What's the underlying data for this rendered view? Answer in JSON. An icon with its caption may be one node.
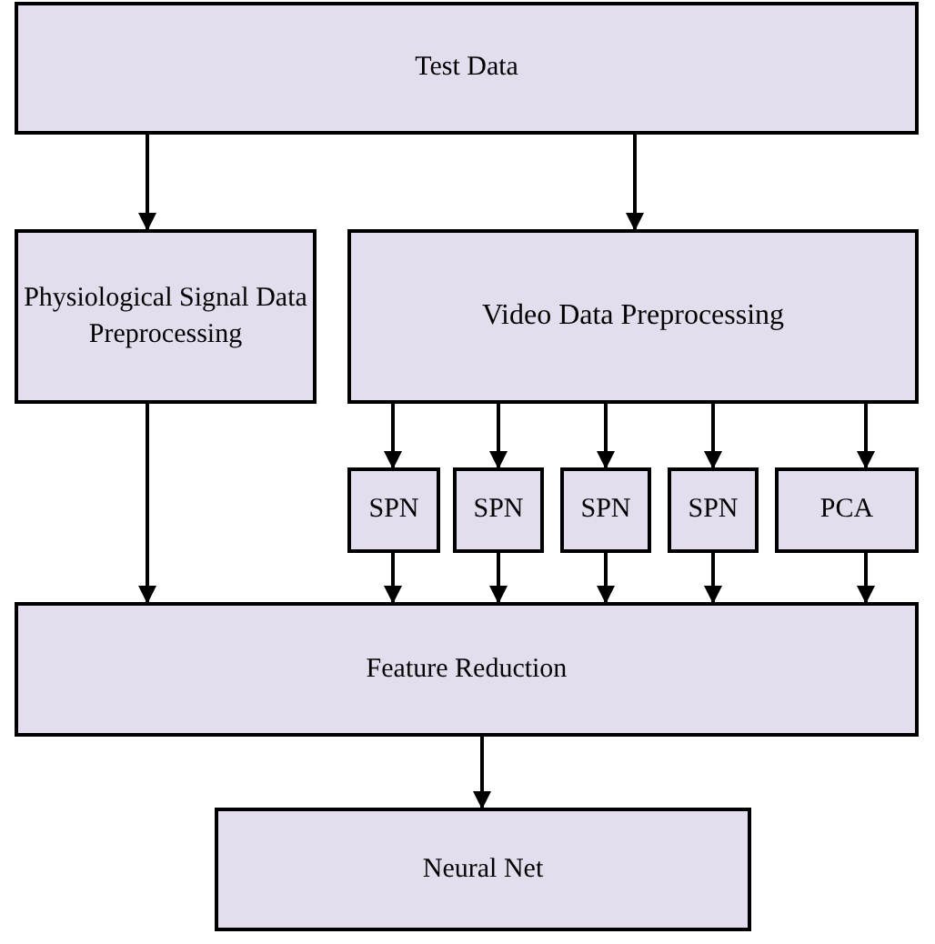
{
  "diagram": {
    "nodes": [
      {
        "text": [
          "Test Data"
        ]
      },
      {
        "text": [
          "Physiological Signal Data Preprocessing"
        ]
      },
      {
        "text": [
          "Video Data Preprocessing"
        ]
      },
      {
        "text": [
          "SPN"
        ]
      },
      {
        "text": [
          "SPN"
        ]
      },
      {
        "text": [
          "SPN"
        ]
      },
      {
        "text": [
          "SPN"
        ]
      },
      {
        "text": [
          "PCA"
        ]
      },
      {
        "text": [
          "Feature Reduction"
        ]
      },
      {
        "text": [
          "Neural Net"
        ]
      }
    ],
    "edges": [
      {
        "from": 0,
        "to": 1,
        "arrow": "to"
      },
      {
        "from": 0,
        "to": 2,
        "arrow": "to"
      },
      {
        "from": 2,
        "to": 3,
        "arrow": "to"
      },
      {
        "from": 2,
        "to": 4,
        "arrow": "to"
      },
      {
        "from": 2,
        "to": 5,
        "arrow": "to"
      },
      {
        "from": 2,
        "to": 6,
        "arrow": "to"
      },
      {
        "from": 2,
        "to": 7,
        "arrow": "to"
      },
      {
        "from": 1,
        "to": 8,
        "arrow": "to"
      },
      {
        "from": 3,
        "to": 8,
        "arrow": "to"
      },
      {
        "from": 4,
        "to": 8,
        "arrow": "to"
      },
      {
        "from": 5,
        "to": 8,
        "arrow": "to"
      },
      {
        "from": 6,
        "to": 8,
        "arrow": "to"
      },
      {
        "from": 7,
        "to": 8,
        "arrow": "to"
      },
      {
        "from": 8,
        "to": 9,
        "arrow": "to"
      }
    ]
  }
}
